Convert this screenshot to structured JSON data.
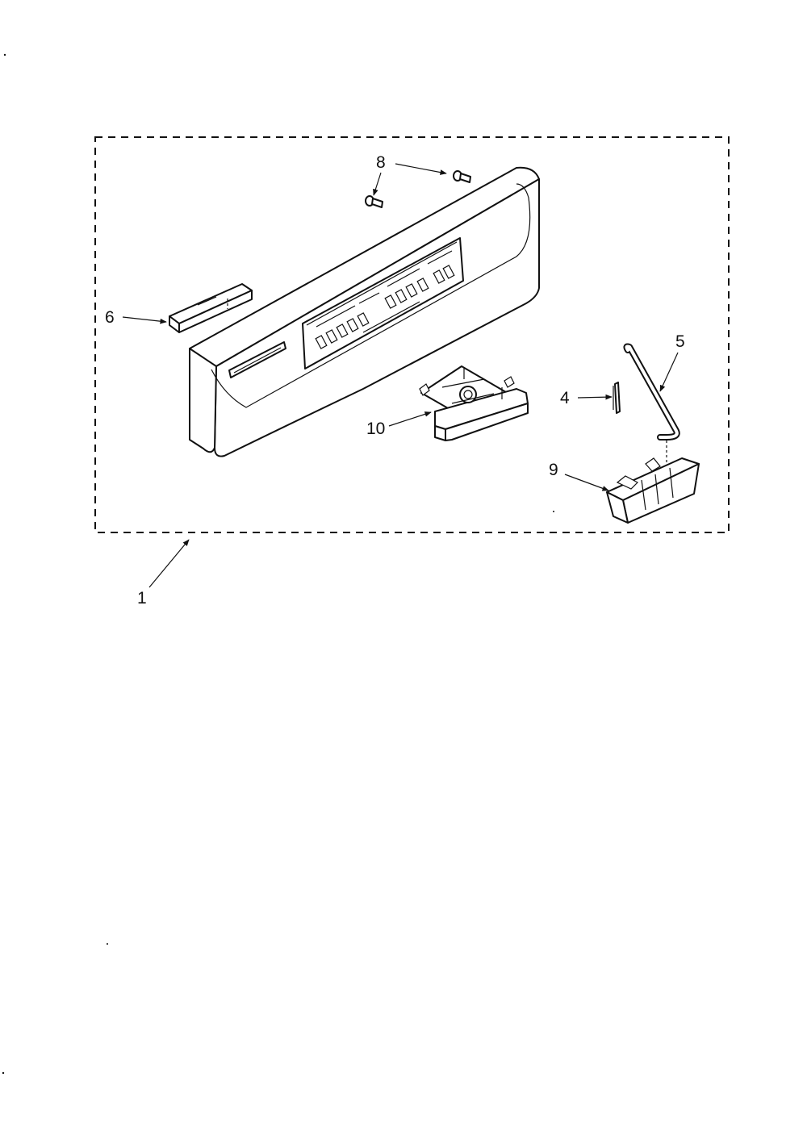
{
  "callouts": {
    "c1": "1",
    "c4": "4",
    "c5": "5",
    "c6": "6",
    "c8": "8",
    "c9": "9",
    "c10": "10"
  },
  "colors": {
    "ink": "#111111",
    "paper": "#ffffff"
  }
}
